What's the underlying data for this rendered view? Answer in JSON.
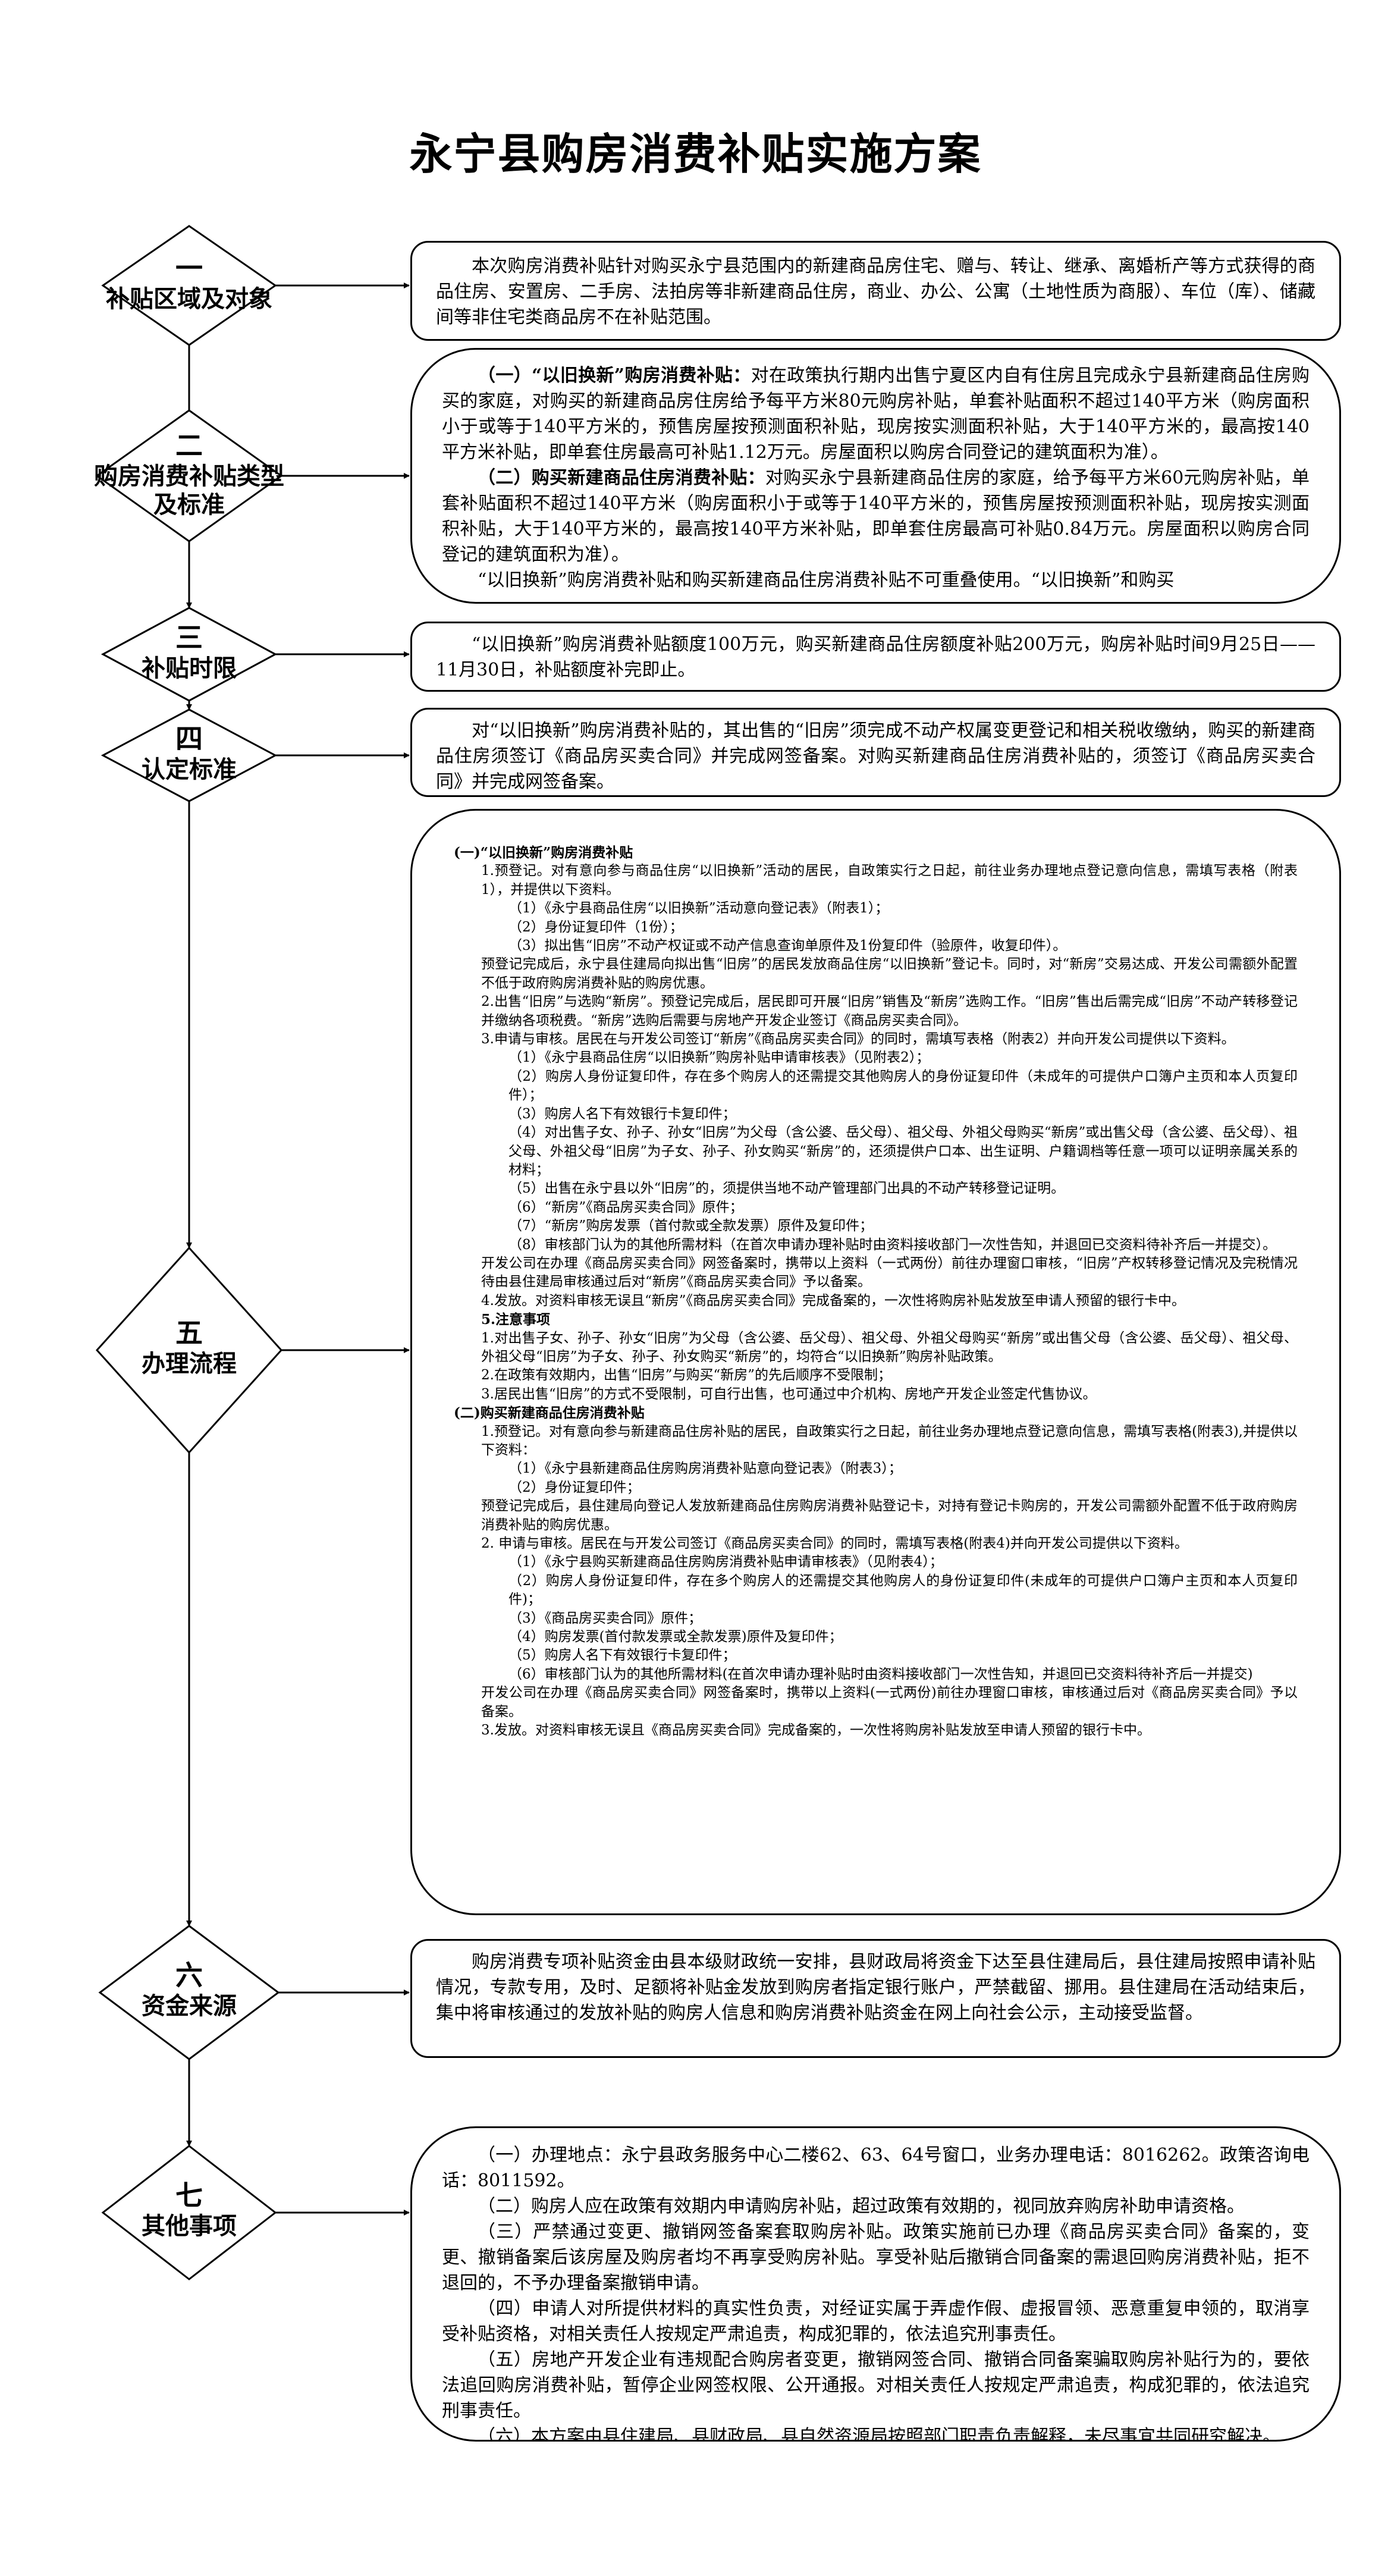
{
  "title": "永宁县购房消费补贴实施方案",
  "sections": [
    {
      "num": "一",
      "label": "补贴区域及对象",
      "paras": [
        "本次购房消费补贴针对购买永宁县范围内的新建商品房住宅、赠与、转让、继承、离婚析产等方式获得的商品住房、安置房、二手房、法拍房等非新建商品住房，商业、办公、公寓（土地性质为商服）、车位（库）、储藏间等非住宅类商品房不在补贴范围。"
      ]
    },
    {
      "num": "二",
      "label_line1": "购房消费补贴类型",
      "label_line2": "及标准",
      "p1_head": "（一）“以旧换新”购房消费补贴：",
      "p1_body": "对在政策执行期内出售宁夏区内自有住房且完成永宁县新建商品住房购买的家庭，对购买的新建商品房住房给予每平方米80元购房补贴，单套补贴面积不超过140平方米（购房面积小于或等于140平方米的，预售房屋按预测面积补贴，现房按实测面积补贴，大于140平方米的，最高按140平方米补贴，即单套住房最高可补贴1.12万元。房屋面积以购房合同登记的建筑面积为准）。",
      "p2_head": "（二）购买新建商品住房消费补贴：",
      "p2_body": "对购买永宁县新建商品住房的家庭，给予每平方米60元购房补贴，单套补贴面积不超过140平方米（购房面积小于或等于140平方米的，预售房屋按预测面积补贴，现房按实测面积补贴，大于140平方米的，最高按140平方米补贴，即单套住房最高可补贴0.84万元。房屋面积以购房合同登记的建筑面积为准）。",
      "p3": "“以旧换新”购房消费补贴和购买新建商品住房消费补贴不可重叠使用。“以旧换新”和购买"
    },
    {
      "num": "三",
      "label": "补贴时限",
      "paras": [
        "“以旧换新”购房消费补贴额度100万元，购买新建商品住房额度补贴200万元，购房补贴时间9月25日——11月30日，补贴额度补完即止。"
      ]
    },
    {
      "num": "四",
      "label": "认定标准",
      "paras": [
        "对“以旧换新”购房消费补贴的，其出售的“旧房”须完成不动产权属变更登记和相关税收缴纳，购买的新建商品住房须签订《商品房买卖合同》并完成网签备案。对购买新建商品住房消费补贴的，须签订《商品房买卖合同》并完成网签备案。"
      ]
    },
    {
      "num": "五",
      "label": "办理流程",
      "lines": [
        {
          "t": "(一)“以旧换新”购房消费补贴",
          "c": "b"
        },
        {
          "t": "1.预登记。对有意向参与商品住房“以旧换新”活动的居民，自政策实行之日起，前往业务办理地点登记意向信息，需填写表格（附表1），并提供以下资料。",
          "c": "ind1"
        },
        {
          "t": "（1）《永宁县商品住房“以旧换新”活动意向登记表》（附表1）；",
          "c": "ind2"
        },
        {
          "t": "（2）身份证复印件（1份）；",
          "c": "ind2"
        },
        {
          "t": "（3）拟出售“旧房”不动产权证或不动产信息查询单原件及1份复印件（验原件，收复印件）。",
          "c": "ind2"
        },
        {
          "t": "预登记完成后，永宁县住建局向拟出售“旧房”的居民发放商品住房“以旧换新”登记卡。同时，对“新房”交易达成、开发公司需额外配置不低于政府购房消费补贴的购房优惠。",
          "c": "ind1"
        },
        {
          "t": "2.出售“旧房”与选购“新房”。预登记完成后，居民即可开展“旧房”销售及“新房”选购工作。“旧房”售出后需完成“旧房”不动产转移登记并缴纳各项税费。“新房”选购后需要与房地产开发企业签订《商品房买卖合同》。",
          "c": "ind1"
        },
        {
          "t": "3.申请与审核。居民在与开发公司签订“新房”《商品房买卖合同》的同时，需填写表格（附表2）并向开发公司提供以下资料。",
          "c": "ind1"
        },
        {
          "t": "（1）《永宁县商品住房“以旧换新”购房补贴申请审核表》（见附表2）；",
          "c": "ind2"
        },
        {
          "t": "（2）购房人身份证复印件，存在多个购房人的还需提交其他购房人的身份证复印件（未成年的可提供户口簿户主页和本人页复印件）；",
          "c": "ind2"
        },
        {
          "t": "（3）购房人名下有效银行卡复印件；",
          "c": "ind2"
        },
        {
          "t": "（4）对出售子女、孙子、孙女“旧房”为父母（含公婆、岳父母）、祖父母、外祖父母购买“新房”或出售父母（含公婆、岳父母）、祖父母、外祖父母“旧房”为子女、孙子、孙女购买“新房”的，还须提供户口本、出生证明、户籍调档等任意一项可以证明亲属关系的材料；",
          "c": "ind2"
        },
        {
          "t": "（5）出售在永宁县以外“旧房”的，须提供当地不动产管理部门出具的不动产转移登记证明。",
          "c": "ind2"
        },
        {
          "t": "（6）“新房”《商品房买卖合同》原件；",
          "c": "ind2"
        },
        {
          "t": "（7）“新房”购房发票（首付款或全款发票）原件及复印件；",
          "c": "ind2"
        },
        {
          "t": "（8）审核部门认为的其他所需材料（在首次申请办理补贴时由资料接收部门一次性告知，并退回已交资料待补齐后一并提交）。",
          "c": "ind2"
        },
        {
          "t": "开发公司在办理《商品房买卖合同》网签备案时，携带以上资料（一式两份）前往办理窗口审核，“旧房”产权转移登记情况及完税情况待由县住建局审核通过后对“新房”《商品房买卖合同》予以备案。",
          "c": "ind1"
        },
        {
          "t": "4.发放。对资料审核无误且“新房”《商品房买卖合同》完成备案的，一次性将购房补贴发放至申请人预留的银行卡中。",
          "c": "ind1"
        },
        {
          "t": "5.注意事项",
          "c": "ind1 b"
        },
        {
          "t": "1.对出售子女、孙子、孙女“旧房”为父母（含公婆、岳父母）、祖父母、外祖父母购买“新房”或出售父母（含公婆、岳父母）、祖父母、外祖父母“旧房”为子女、孙子、孙女购买“新房”的，均符合“以旧换新”购房补贴政策。",
          "c": "ind1"
        },
        {
          "t": "2.在政策有效期内，出售“旧房”与购买“新房”的先后顺序不受限制；",
          "c": "ind1"
        },
        {
          "t": "3.居民出售“旧房”的方式不受限制，可自行出售，也可通过中介机构、房地产开发企业签定代售协议。",
          "c": "ind1"
        },
        {
          "t": "(二)购买新建商品住房消费补贴",
          "c": "b"
        },
        {
          "t": "1.预登记。对有意向参与新建商品住房补贴的居民，自政策实行之日起，前往业务办理地点登记意向信息，需填写表格(附表3),并提供以下资料：",
          "c": "ind1"
        },
        {
          "t": "（1）《永宁县新建商品住房购房消费补贴意向登记表》（附表3）；",
          "c": "ind2"
        },
        {
          "t": "（2）身份证复印件；",
          "c": "ind2"
        },
        {
          "t": "预登记完成后，县住建局向登记人发放新建商品住房购房消费补贴登记卡，对持有登记卡购房的，开发公司需额外配置不低于政府购房消费补贴的购房优惠。",
          "c": "ind1"
        },
        {
          "t": "2. 申请与审核。居民在与开发公司签订《商品房买卖合同》的同时，需填写表格(附表4)并向开发公司提供以下资料。",
          "c": "ind1"
        },
        {
          "t": "（1）《永宁县购买新建商品住房购房消费补贴申请审核表》（见附表4）；",
          "c": "ind2"
        },
        {
          "t": "（2）购房人身份证复印件，存在多个购房人的还需提交其他购房人的身份证复印件(未成年的可提供户口簿户主页和本人页复印件)；",
          "c": "ind2"
        },
        {
          "t": "（3）《商品房买卖合同》原件；",
          "c": "ind2"
        },
        {
          "t": "（4）购房发票(首付款发票或全款发票)原件及复印件；",
          "c": "ind2"
        },
        {
          "t": "（5）购房人名下有效银行卡复印件；",
          "c": "ind2"
        },
        {
          "t": "（6）审核部门认为的其他所需材料(在首次申请办理补贴时由资料接收部门一次性告知，并退回已交资料待补齐后一并提交)",
          "c": "ind2"
        },
        {
          "t": "开发公司在办理《商品房买卖合同》网签备案时，携带以上资料(一式两份)前往办理窗口审核，审核通过后对《商品房买卖合同》予以备案。",
          "c": "ind1"
        },
        {
          "t": "3.发放。对资料审核无误且《商品房买卖合同》完成备案的，一次性将购房补贴发放至申请人预留的银行卡中。",
          "c": "ind1"
        }
      ]
    },
    {
      "num": "六",
      "label": "资金来源",
      "paras": [
        "购房消费专项补贴资金由县本级财政统一安排，县财政局将资金下达至县住建局后，县住建局按照申请补贴情况，专款专用，及时、足额将补贴金发放到购房者指定银行账户，严禁截留、挪用。县住建局在活动结束后，集中将审核通过的发放补贴的购房人信息和购房消费补贴资金在网上向社会公示，主动接受监督。"
      ]
    },
    {
      "num": "七",
      "label": "其他事项",
      "paras": [
        "（一）办理地点：永宁县政务服务中心二楼62、63、64号窗口，业务办理电话：8016262。政策咨询电话：8011592。",
        "（二）购房人应在政策有效期内申请购房补贴，超过政策有效期的，视同放弃购房补助申请资格。",
        "（三）严禁通过变更、撤销网签备案套取购房补贴。政策实施前已办理《商品房买卖合同》备案的，变更、撤销备案后该房屋及购房者均不再享受购房补贴。享受补贴后撤销合同备案的需退回购房消费补贴，拒不退回的，不予办理备案撤销申请。",
        "（四）申请人对所提供材料的真实性负责，对经证实属于弄虚作假、虚报冒领、恶意重复申领的，取消享受补贴资格，对相关责任人按规定严肃追责，构成犯罪的，依法追究刑事责任。",
        "（五）房地产开发企业有违规配合购房者变更，撤销网签合同、撤销合同备案骗取购房补贴行为的，要依法追回购房消费补贴，暂停企业网签权限、公开通报。对相关责任人按规定严肃追责，构成犯罪的，依法追究刑事责任。",
        "（六）本方案由县住建局、县财政局、县自然资源局按照部门职责负责解释，未尽事宜共同研究解决。"
      ]
    }
  ]
}
